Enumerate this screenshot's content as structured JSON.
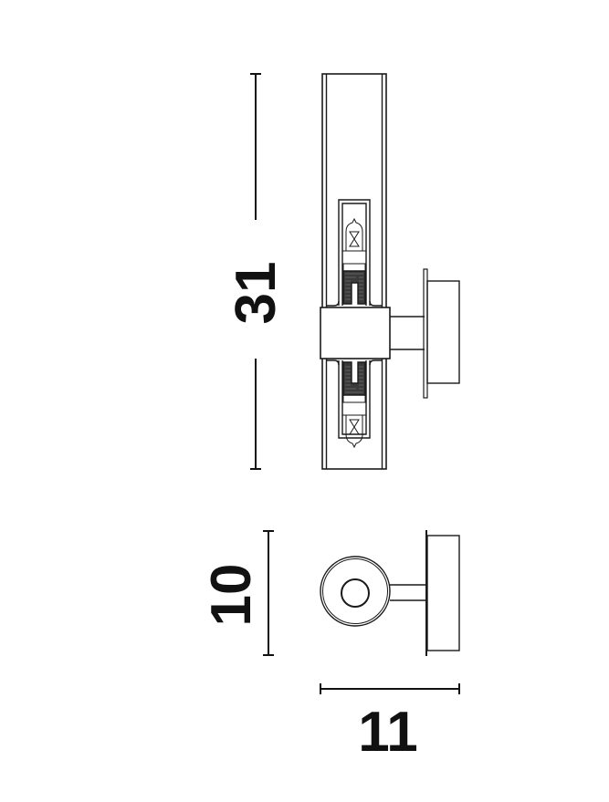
{
  "drawing": {
    "subject": "wall lamp dimension drawing",
    "line_color": "#1a1a1a",
    "background": "#ffffff"
  },
  "dimensions": {
    "height": {
      "value": "31",
      "orientation": "vertical"
    },
    "depth_height": {
      "value": "10",
      "orientation": "vertical"
    },
    "projection": {
      "value": "11",
      "orientation": "horizontal"
    }
  },
  "views": [
    {
      "name": "front-view",
      "features": [
        "glass tube",
        "center block",
        "two halogen bulbs",
        "wall arm",
        "wall plate"
      ]
    },
    {
      "name": "top-view",
      "features": [
        "round tube end",
        "wall arm",
        "wall plate"
      ]
    }
  ]
}
